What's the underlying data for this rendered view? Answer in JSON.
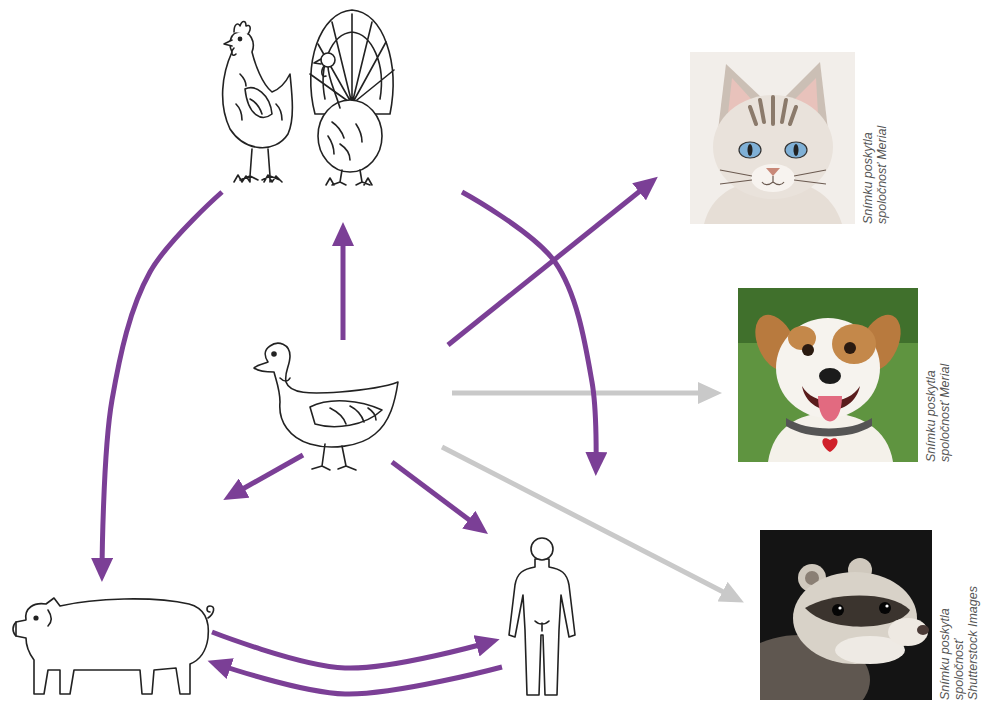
{
  "diagram": {
    "nodes": [
      {
        "text": []
      },
      {
        "text": [
          "Snímku poskytla spoločnosť Merial"
        ]
      },
      {
        "text": []
      },
      {
        "text": [
          "Snímku poskytla spoločnosť Merial"
        ]
      },
      {
        "text": []
      },
      {
        "text": []
      },
      {
        "text": [
          "Snímku poskytla spoločnosť Shutterstock Images"
        ]
      }
    ],
    "edges": [
      {
        "from": 2,
        "to": 0,
        "arrow": "to"
      },
      {
        "from": 2,
        "to": 1,
        "arrow": "to"
      },
      {
        "from": 2,
        "to": 3,
        "arrow": "to"
      },
      {
        "from": 2,
        "to": 6,
        "arrow": "to"
      },
      {
        "from": 2,
        "to": 4,
        "arrow": "to"
      },
      {
        "from": 2,
        "to": 5,
        "arrow": "to"
      },
      {
        "from": 0,
        "to": 4,
        "arrow": "to"
      },
      {
        "from": 0,
        "to": 5,
        "arrow": "to"
      },
      {
        "from": 4,
        "to": 5,
        "arrow": "to"
      },
      {
        "from": 5,
        "to": 4,
        "arrow": "to"
      }
    ]
  }
}
